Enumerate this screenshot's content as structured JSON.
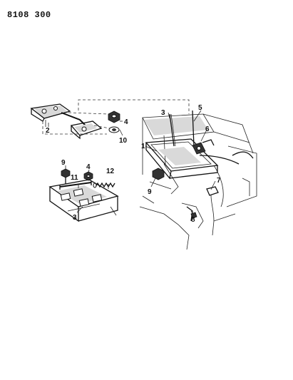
{
  "diagram": {
    "part_number": "8108 300",
    "callouts": [
      "1",
      "2",
      "3",
      "3",
      "4",
      "4",
      "5",
      "6",
      "7",
      "8",
      "9",
      "9",
      "10",
      "11",
      "12"
    ]
  }
}
